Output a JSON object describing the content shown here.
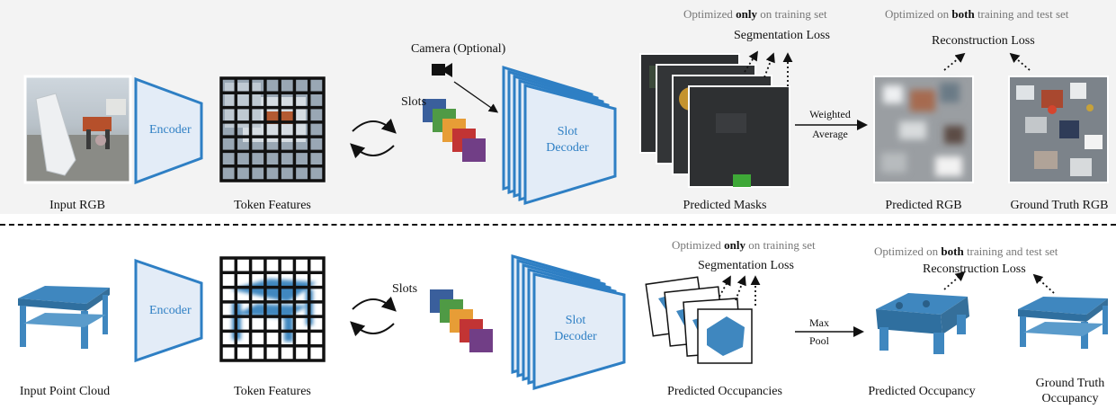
{
  "top": {
    "input_label": "Input RGB",
    "encoder": "Encoder",
    "token_label": "Token Features",
    "slots": "Slots",
    "camera": "Camera (Optional)",
    "decoder_line1": "Slot",
    "decoder_line2": "Decoder",
    "opt_train_pre": "Optimized ",
    "opt_train_bold": "only",
    "opt_train_post": " on training set",
    "seg_loss": "Segmentation Loss",
    "masks_label": "Predicted Masks",
    "arrow_line1": "Weighted",
    "arrow_line2": "Average",
    "opt_both_pre": "Optimized on ",
    "opt_both_bold": "both",
    "opt_both_post": " training and test set",
    "recon_loss": "Reconstruction Loss",
    "pred_label": "Predicted RGB",
    "gt_label": "Ground Truth RGB"
  },
  "bottom": {
    "input_label": "Input Point Cloud",
    "encoder": "Encoder",
    "token_label": "Token Features",
    "slots": "Slots",
    "decoder_line1": "Slot",
    "decoder_line2": "Decoder",
    "opt_train_pre": "Optimized ",
    "opt_train_bold": "only",
    "opt_train_post": " on training set",
    "seg_loss": "Segmentation Loss",
    "occ_label": "Predicted Occupancies",
    "arrow_line1": "Max",
    "arrow_line2": "Pool",
    "opt_both_pre": "Optimized on ",
    "opt_both_bold": "both",
    "opt_both_post": " training and test set",
    "recon_loss": "Reconstruction Loss",
    "pred_label": "Predicted Occupancy",
    "gt_line1": "Ground Truth",
    "gt_line2": "Occupancy"
  },
  "colors": {
    "blue": "#2e7fc4",
    "box_fill": "#e3ecf7",
    "slot_colors": [
      "#3a5f9c",
      "#4f9a45",
      "#e79d36",
      "#c23434",
      "#713e86"
    ],
    "occupancy_blue": "#3f87bf"
  }
}
